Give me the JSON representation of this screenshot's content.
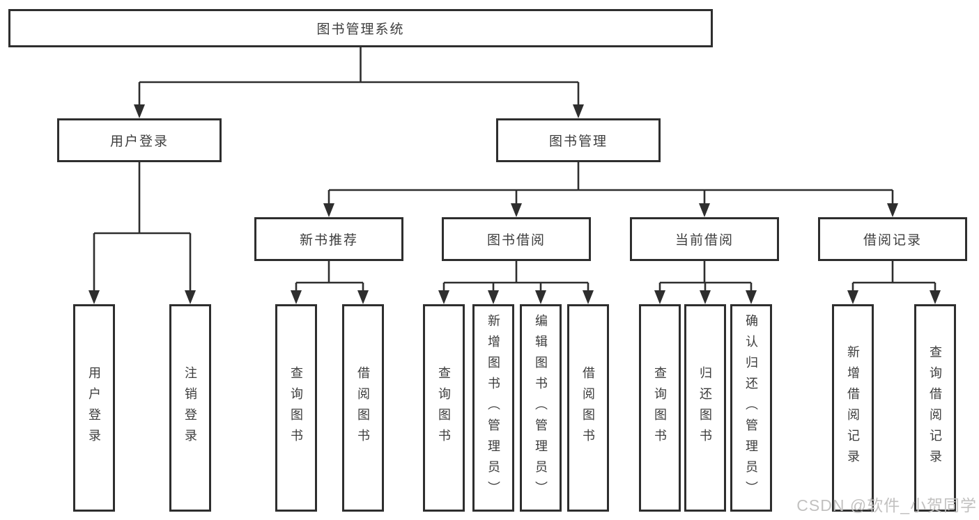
{
  "nodes": {
    "root": "图书管理系统",
    "user_login": "用户登录",
    "book_management": "图书管理",
    "new_book_recommend": "新书推荐",
    "book_borrowing": "图书借阅",
    "current_borrowing": "当前借阅",
    "borrowing_records": "借阅记录",
    "ul_user_login": "用户登录",
    "ul_logout": "注销登录",
    "nbr_query_books": "查询图书",
    "nbr_borrow_books": "借阅图书",
    "bb_query_books": "查询图书",
    "bb_add_books": "新增图书（管理员）",
    "bb_edit_books": "编辑图书（管理员）",
    "bb_borrow_books": "借阅图书",
    "cb_query_books": "查询图书",
    "cb_return_books": "归还图书",
    "cb_confirm_return": "确认归还（管理员）",
    "br_add_record": "新增借阅记录",
    "br_query_record": "查询借阅记录"
  },
  "edges": [
    {
      "parent": "图书管理系统",
      "children": [
        "用户登录",
        "图书管理"
      ]
    },
    {
      "parent": "用户登录",
      "children": [
        "用户登录",
        "注销登录"
      ]
    },
    {
      "parent": "图书管理",
      "children": [
        "新书推荐",
        "图书借阅",
        "当前借阅",
        "借阅记录"
      ]
    },
    {
      "parent": "新书推荐",
      "children": [
        "查询图书",
        "借阅图书"
      ]
    },
    {
      "parent": "图书借阅",
      "children": [
        "查询图书",
        "新增图书（管理员）",
        "编辑图书（管理员）",
        "借阅图书"
      ]
    },
    {
      "parent": "当前借阅",
      "children": [
        "查询图书",
        "归还图书",
        "确认归还（管理员）"
      ]
    },
    {
      "parent": "借阅记录",
      "children": [
        "新增借阅记录",
        "查询借阅记录"
      ]
    }
  ],
  "watermark": {
    "text": "CSDN @软件_小贺同学",
    "color": "#c2c1c0"
  },
  "colors": {
    "line": "#2e2e2e",
    "box_border": "#2e2e2e",
    "text": "#3d3d3d",
    "background": "#ffffff"
  }
}
